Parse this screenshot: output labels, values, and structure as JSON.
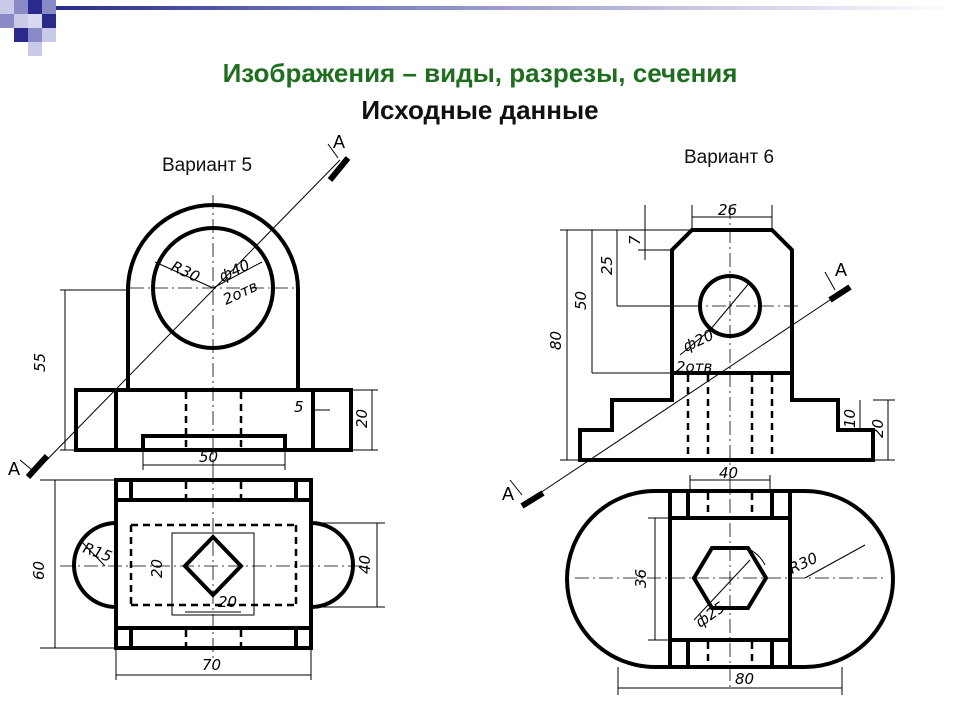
{
  "slide": {
    "title": "Изображения – виды,  разрезы,  сечения",
    "subtitle": "Исходные данные",
    "accent_color": "#1f6e1f"
  },
  "variant5": {
    "label": "Вариант 5",
    "section_label": "А",
    "dims": {
      "r30": "R30",
      "phi40": "ф40",
      "two_holes": "2отв",
      "h55": "55",
      "h5": "5",
      "h20": "20",
      "w50": "50",
      "h60": "60",
      "r15": "R15",
      "sq20a": "20",
      "sq20b": "20",
      "w40": "40",
      "w70": "70"
    }
  },
  "variant6": {
    "label": "Вариант 6",
    "section_label": "А",
    "dims": {
      "w26": "26",
      "h7": "7",
      "h25": "25",
      "h50": "50",
      "h80": "80",
      "phi20": "ф20",
      "two_holes": "2отв",
      "h10": "10",
      "h20": "20",
      "w40": "40",
      "h36": "36",
      "r30": "R30",
      "phi25": "ф25",
      "w80": "80"
    }
  }
}
